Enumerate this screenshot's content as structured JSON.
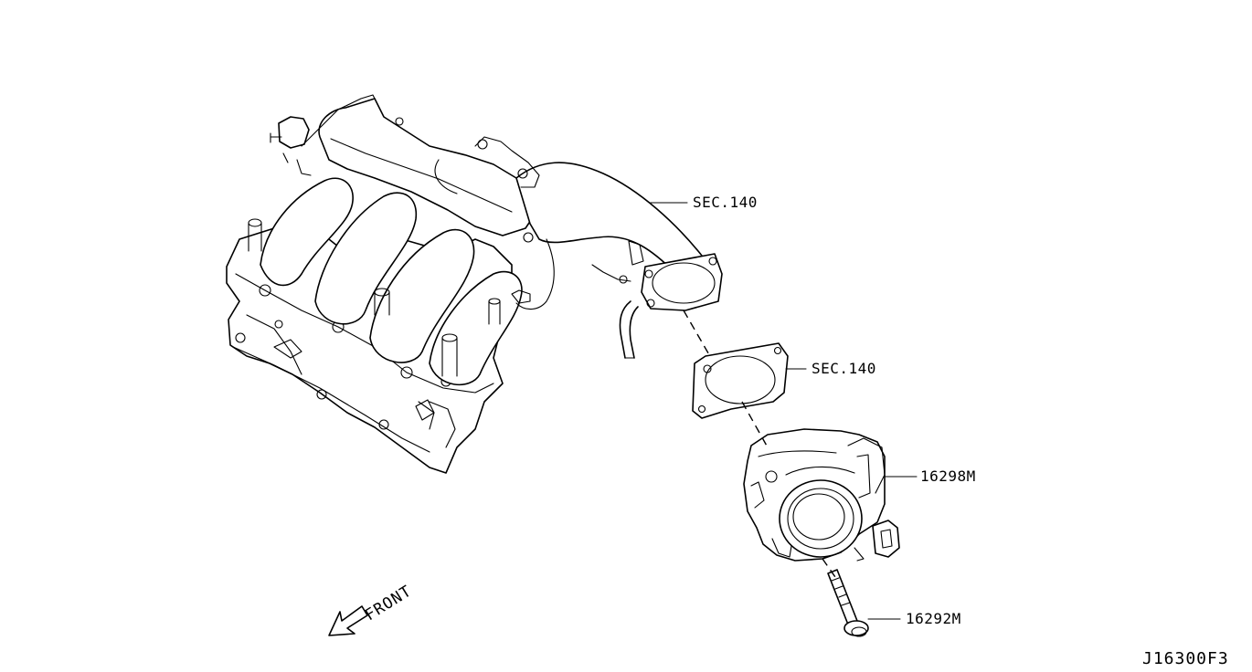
{
  "callouts": [
    {
      "id": "sec140-upper",
      "label": "SEC.140"
    },
    {
      "id": "sec140-gasket",
      "label": "SEC.140"
    },
    {
      "id": "throttle-body",
      "label": "16298M"
    },
    {
      "id": "bolt",
      "label": "16292M"
    }
  ],
  "direction_label": "FRONT",
  "diagram_code": "J16300F3"
}
